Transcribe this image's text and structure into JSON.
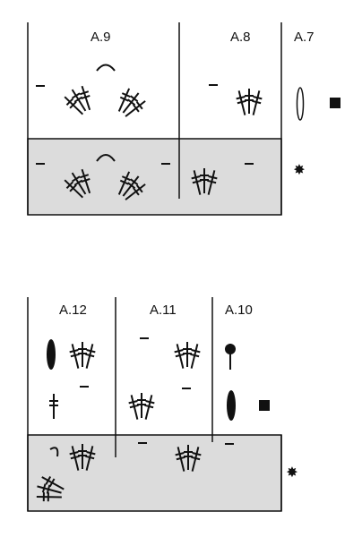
{
  "diagram_top": {
    "labels": {
      "a9": "A.9",
      "a8": "A.8",
      "a7": "A.7"
    }
  },
  "diagram_bottom": {
    "labels": {
      "a12": "A.12",
      "a11": "A.11",
      "a10": "A.10"
    }
  },
  "colors": {
    "shade": "#dcdcdc",
    "ink": "#111111"
  },
  "symbols": [
    "chain-stitch",
    "treble-crochet",
    "chain-space-arc",
    "star-marker",
    "square-marker",
    "oval-outline",
    "oval-filled",
    "picot"
  ]
}
